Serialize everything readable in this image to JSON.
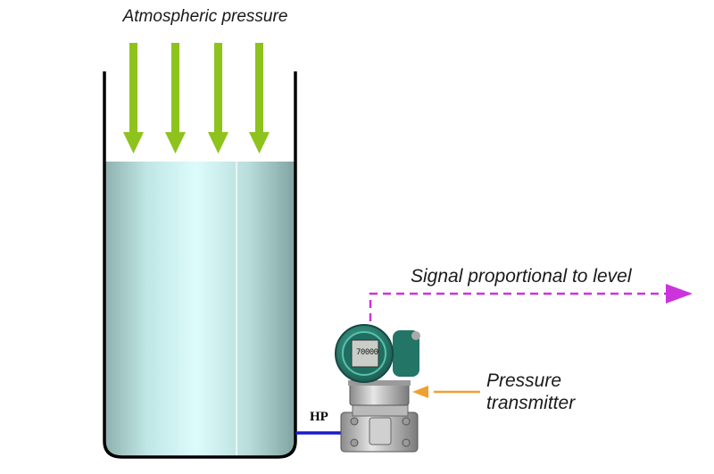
{
  "labels": {
    "atmospheric": "Atmospheric pressure",
    "signal": "Signal proportional to level",
    "transmitter_line1": "Pressure",
    "transmitter_line2": "transmitter",
    "hp": "HP"
  },
  "display": {
    "reading": "70000"
  },
  "colors": {
    "arrow_green": "#8ec31e",
    "signal_magenta": "#cc33dd",
    "pointer_orange": "#f0a030",
    "impulse_line": "#1a1acc",
    "liquid_light": "#d9fbfb",
    "liquid_dark": "#85a9a7",
    "transmitter_housing": "#2a8a7a"
  },
  "icons": {
    "downward_arrows": "arrow-down-icon",
    "signal_arrow": "arrow-right-icon",
    "pointer_arrow": "arrow-left-icon"
  }
}
